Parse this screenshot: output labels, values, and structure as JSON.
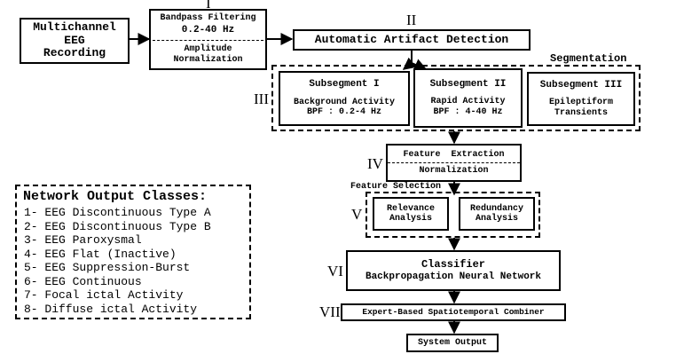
{
  "nodes": {
    "eeg_recording": [
      "Multichannel",
      "EEG",
      "Recording"
    ],
    "bandpass": {
      "top": [
        "Bandpass Filtering",
        "0.2-40 Hz"
      ],
      "bottom": [
        "Amplitude",
        "Normalization"
      ]
    },
    "artifact": "Automatic Artifact Detection",
    "subseg1": {
      "title": "Subsegment I",
      "lines": [
        "Background Activity",
        "BPF : 0.2-4 Hz"
      ]
    },
    "subseg2": {
      "title": "Subsegment II",
      "lines": [
        "Rapid Activity",
        "BPF : 4-40 Hz"
      ]
    },
    "subseg3": {
      "title": "Subsegment III",
      "lines": [
        "Epileptiform",
        "Transients"
      ]
    },
    "feature_extraction": {
      "top": "Feature  Extraction",
      "bottom": "Normalization"
    },
    "relevance": [
      "Relevance",
      "Analysis"
    ],
    "redundancy": [
      "Redundancy",
      "Analysis"
    ],
    "classifier": [
      "Classifier",
      "Backpropagation Neural Network"
    ],
    "combiner": "Expert-Based Spatiotemporal Combiner",
    "output": "System Output"
  },
  "labels": {
    "segmentation": "Segmentation",
    "feature_selection": "Feature Selection"
  },
  "stages": [
    "I",
    "II",
    "III",
    "IV",
    "V",
    "VI",
    "VII"
  ],
  "legend": {
    "title": "Network Output Classes:",
    "items": [
      "1- EEG Discontinuous Type A",
      "2- EEG Discontinuous Type B",
      "3- EEG Paroxysmal",
      "4- EEG Flat (Inactive)",
      "5- EEG Suppression-Burst",
      "6- EEG Continuous",
      "7- Focal ictal Activity",
      "8- Diffuse ictal Activity"
    ]
  }
}
